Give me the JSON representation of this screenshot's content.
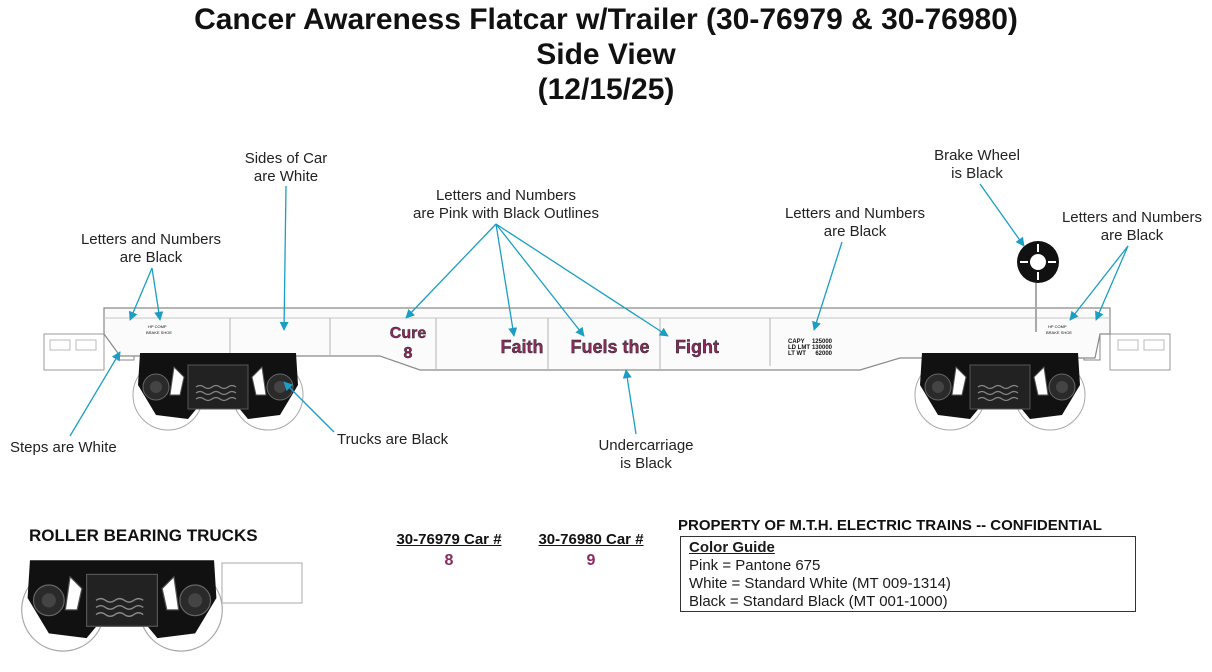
{
  "title": {
    "line1": "Cancer Awareness Flatcar w/Trailer (30-76979 & 30-76980)",
    "line2": "Side View",
    "line3": "(12/15/25)"
  },
  "callouts": {
    "sides": [
      "Sides of Car",
      "are White"
    ],
    "letters_left": [
      "Letters and Numbers",
      "are Black"
    ],
    "letters_pink": [
      "Letters and Numbers",
      "are Pink with Black Outlines"
    ],
    "letters_mid_right": [
      "Letters and Numbers",
      "are Black"
    ],
    "brake_wheel": [
      "Brake Wheel",
      "is Black"
    ],
    "letters_right": [
      "Letters and Numbers",
      "are Black"
    ],
    "steps": "Steps are White",
    "trucks": "Trucks are Black",
    "undercarriage": [
      "Undercarriage",
      "is Black"
    ]
  },
  "car_lettering": {
    "cure": "Cure",
    "car_number": "8",
    "word1": "Faith",
    "word2": "Fuels the",
    "word3": "Fight",
    "capy_labels": [
      "CAPY",
      "LD LMT",
      "LT WT"
    ],
    "capy_values": [
      "125000",
      "130000",
      "62000"
    ],
    "small_left_1": "HP COMP",
    "small_left_2": "BRAKE SHOE",
    "small_right_1": "HP COMP",
    "small_right_2": "BRAKE SHOE"
  },
  "roller_trucks": "ROLLER BEARING TRUCKS",
  "car_numbers": [
    {
      "label": "30-76979 Car #",
      "value": "8"
    },
    {
      "label": "30-76980 Car #",
      "value": "9"
    }
  ],
  "property_notice": "PROPERTY OF M.T.H. ELECTRIC TRAINS -- CONFIDENTIAL",
  "color_guide": {
    "heading": "Color Guide",
    "lines": [
      "Pink = Pantone 675",
      "White = Standard White (MT 009-1314)",
      "Black = Standard Black (MT 001-1000)"
    ]
  },
  "colors": {
    "pink": "#8b2a5e",
    "leader": "#1c9ec4",
    "black": "#111111",
    "outline": "#9a9a9a"
  }
}
